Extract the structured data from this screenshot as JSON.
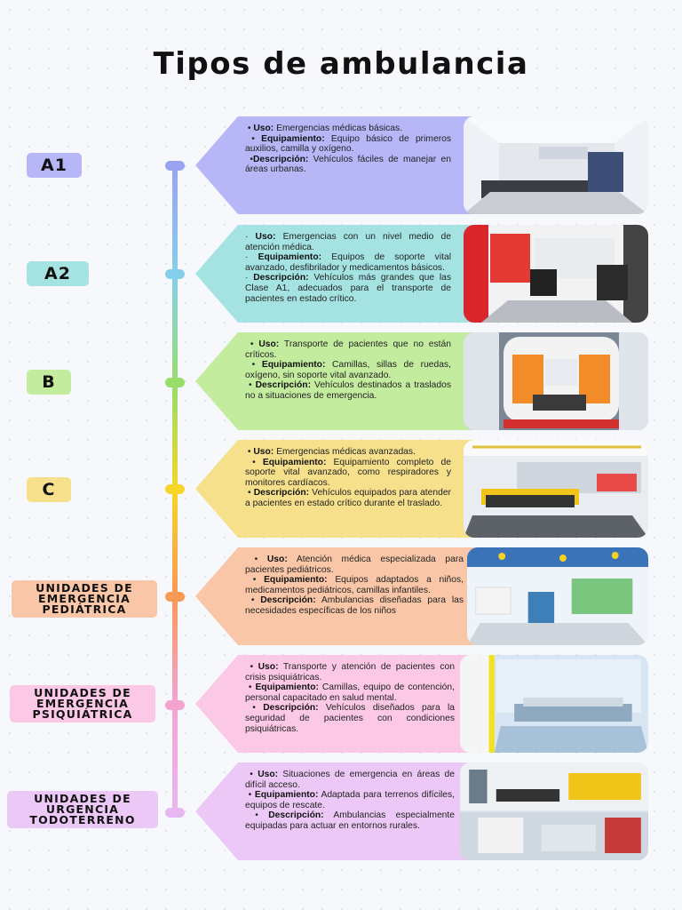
{
  "title": "Tipos de ambulancia",
  "colors": {
    "a1": "#b7b6f7",
    "a2": "#a5e3e3",
    "b": "#c4ec9f",
    "c": "#f6e08c",
    "ped": "#f9c7a8",
    "psi": "#fbc9e6",
    "todo": "#ecc8f6"
  },
  "types": [
    {
      "label": "A1",
      "uso_label": "Uso:",
      "uso": "Emergencias médicas básicas.",
      "equip_label": "Equipamiento:",
      "equip": "Equipo básico de primeros auxilios, camilla y oxígeno.",
      "desc_label": "Descripción:",
      "desc": "Vehículos fáciles de manejar en áreas urbanas.",
      "photo_icon": "ambulance-interior-photo"
    },
    {
      "label": "A2",
      "uso_label": "Uso:",
      "uso": "Emergencias con un nivel medio de atención médica.",
      "equip_label": "Equipamiento:",
      "equip": "Equipos de soporte vital avanzado, desfibrilador y medicamentos básicos.",
      "desc_label": "Descripción:",
      "desc": "Vehículos más grandes que las Clase A1, adecuados para el transporte de pacientes en estado crítico.",
      "photo_icon": "ambulance-interior-photo"
    },
    {
      "label": "B",
      "uso_label": "Uso:",
      "uso": "Transporte de pacientes que no están críticos.",
      "equip_label": "Equipamiento:",
      "equip": "Camillas, sillas de ruedas, oxígeno, sin soporte vital avanzado.",
      "desc_label": "Descripción:",
      "desc": "Vehículos destinados a traslados no a situaciones de emergencia.",
      "photo_icon": "ambulance-interior-photo"
    },
    {
      "label": "C",
      "uso_label": "Uso:",
      "uso": "Emergencias médicas avanzadas.",
      "equip_label": "Equipamiento:",
      "equip": "Equipamiento completo de soporte vital avanzado, como respiradores y monitores cardíacos.",
      "desc_label": "Descripción:",
      "desc": "Vehículos equipados para atender a pacientes en estado crítico durante el traslado.",
      "photo_icon": "ambulance-interior-photo"
    },
    {
      "label": "UNIDADES DE EMERGENCIA PEDIÁTRICA",
      "uso_label": "Uso:",
      "uso": "Atención médica especializada para pacientes pediátricos.",
      "equip_label": "Equipamiento:",
      "equip": "Equipos adaptados a niños, medicamentos pediátricos, camillas infantiles.",
      "desc_label": "Descripción:",
      "desc": "Ambulancias diseñadas para las necesidades específicas de los niños",
      "photo_icon": "pediatric-ambulance-photo"
    },
    {
      "label": "UNIDADES DE EMERGENCIA PSIQUIÁTRICA",
      "uso_label": "Uso:",
      "uso": "Transporte y atención de pacientes con crisis psiquiátricas.",
      "equip_label": "Equipamiento:",
      "equip": "Camillas, equipo de contención, personal capacitado en salud mental.",
      "desc_label": "Descripción:",
      "desc": "Vehículos diseñados para la seguridad de pacientes con condiciones psiquiátricas.",
      "photo_icon": "ambulance-interior-photo"
    },
    {
      "label": "UNIDADES DE URGENCIA TODOTERRENO",
      "uso_label": "Uso:",
      "uso": "Situaciones de emergencia en áreas de difícil acceso.",
      "equip_label": "Equipamiento:",
      "equip": "Adaptada para terrenos difíciles, equipos de rescate.",
      "desc_label": "Descripción:",
      "desc": "Ambulancias especialmente equipadas para actuar en entornos rurales.",
      "photo_icon": "offroad-ambulance-photo"
    }
  ]
}
